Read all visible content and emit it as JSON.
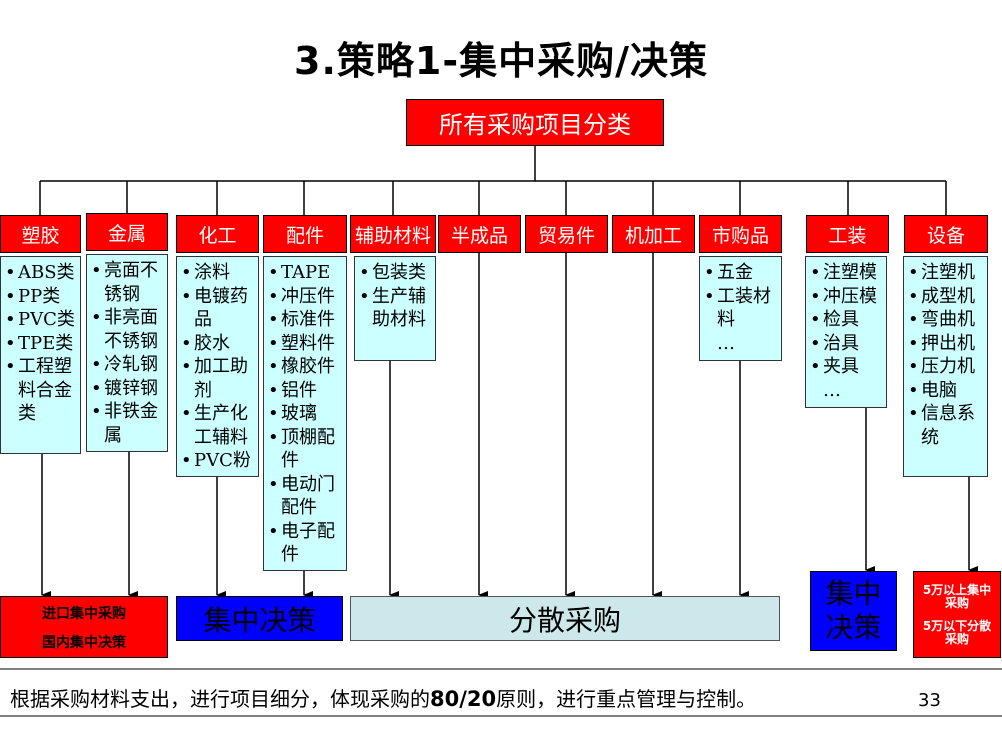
{
  "title": "3.策略1-集中采购/决策",
  "root": "所有采购项目分类",
  "categories": [
    {
      "label": "塑胶",
      "items": [
        "ABS类",
        "PP类",
        "PVC类",
        "TPE类",
        "工程塑料合金类"
      ]
    },
    {
      "label": "金属",
      "items": [
        "亮面不锈钢",
        "非亮面不锈钢",
        "冷轧钢",
        "镀锌钢",
        "非铁金属"
      ]
    },
    {
      "label": "化工",
      "items": [
        "涂料",
        "电镀药品",
        "胶水",
        "加工助剂",
        "生产化工辅料",
        "PVC粉"
      ]
    },
    {
      "label": "配件",
      "items": [
        "TAPE",
        "冲压件",
        "标准件",
        "塑料件",
        "橡胶件",
        "铝件",
        "玻璃",
        "顶棚配件",
        "电动门配件",
        "电子配件"
      ]
    },
    {
      "label": "辅助材料",
      "items": [
        "包装类",
        "生产辅助材料"
      ]
    },
    {
      "label": "半成品",
      "items": []
    },
    {
      "label": "贸易件",
      "items": []
    },
    {
      "label": "机加工",
      "items": []
    },
    {
      "label": "市购品",
      "items": [
        "五金",
        "工装材料"
      ],
      "ellipsis": "…"
    },
    {
      "label": "工装",
      "items": [
        "注塑模",
        "冲压模",
        "检具",
        "治具",
        "夹具"
      ],
      "ellipsis": "…"
    },
    {
      "label": "设备",
      "items": [
        "注塑机",
        "成型机",
        "弯曲机",
        "押出机",
        "压力机",
        "电脑",
        "信息系统"
      ]
    }
  ],
  "outcomes": {
    "import_central": "进口集中采购",
    "domestic_central": "国内集中决策",
    "central_decision": "集中决策",
    "distributed": "分散采购",
    "tooling_central": "集中决策",
    "equip_above": "5万以上集中采购",
    "equip_below": "5万以下分散采购"
  },
  "footer": {
    "before": "根据采购材料支出，进行项目细分，体现采购的",
    "bold": "80/20",
    "after": "原则，进行重点管理与控制。"
  },
  "page_number": "33",
  "colors": {
    "red": "#ff0000",
    "cyan": "#ccffff",
    "blue": "#0000ff",
    "light_cyan": "#cce8ea"
  }
}
